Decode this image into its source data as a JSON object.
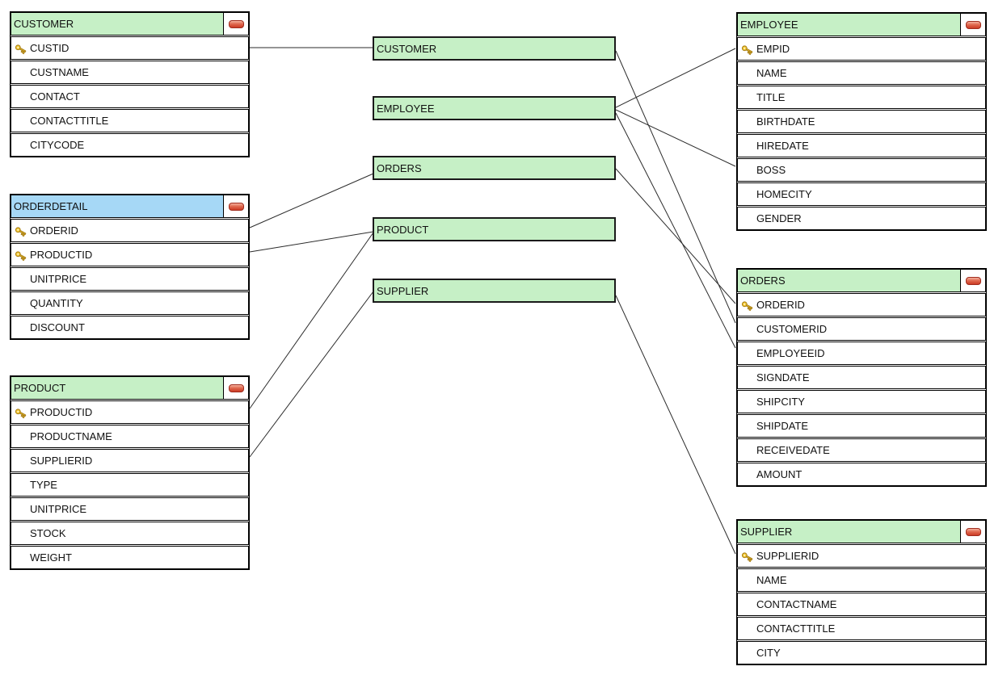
{
  "colors": {
    "entity_header_green": "#c6f0c6",
    "entity_header_blue": "#a6d8f6",
    "row_background": "#ffffff",
    "border_black": "#000000",
    "connector_line": "#2b2b2b",
    "collapse_pill_red": "#cc3a24",
    "primary_key_gold": "#f2c832"
  },
  "tables": [
    {
      "title": "CUSTOMER",
      "fields": [
        {
          "name": "CUSTID",
          "pk": true
        },
        {
          "name": "CUSTNAME",
          "pk": false
        },
        {
          "name": "CONTACT",
          "pk": false
        },
        {
          "name": "CONTACTTITLE",
          "pk": false
        },
        {
          "name": "CITYCODE",
          "pk": false
        }
      ]
    },
    {
      "title": "ORDERDETAIL",
      "fields": [
        {
          "name": "ORDERID",
          "pk": true
        },
        {
          "name": "PRODUCTID",
          "pk": true
        },
        {
          "name": "UNITPRICE",
          "pk": false
        },
        {
          "name": "QUANTITY",
          "pk": false
        },
        {
          "name": "DISCOUNT",
          "pk": false
        }
      ]
    },
    {
      "title": "PRODUCT",
      "fields": [
        {
          "name": "PRODUCTID",
          "pk": true
        },
        {
          "name": "PRODUCTNAME",
          "pk": false
        },
        {
          "name": "SUPPLIERID",
          "pk": false
        },
        {
          "name": "TYPE",
          "pk": false
        },
        {
          "name": "UNITPRICE",
          "pk": false
        },
        {
          "name": "STOCK",
          "pk": false
        },
        {
          "name": "WEIGHT",
          "pk": false
        }
      ]
    },
    {
      "title": "EMPLOYEE",
      "fields": [
        {
          "name": "EMPID",
          "pk": true
        },
        {
          "name": "NAME",
          "pk": false
        },
        {
          "name": "TITLE",
          "pk": false
        },
        {
          "name": "BIRTHDATE",
          "pk": false
        },
        {
          "name": "HIREDATE",
          "pk": false
        },
        {
          "name": "BOSS",
          "pk": false
        },
        {
          "name": "HOMECITY",
          "pk": false
        },
        {
          "name": "GENDER",
          "pk": false
        }
      ]
    },
    {
      "title": "ORDERS",
      "fields": [
        {
          "name": "ORDERID",
          "pk": true
        },
        {
          "name": "CUSTOMERID",
          "pk": false
        },
        {
          "name": "EMPLOYEEID",
          "pk": false
        },
        {
          "name": "SIGNDATE",
          "pk": false
        },
        {
          "name": "SHIPCITY",
          "pk": false
        },
        {
          "name": "SHIPDATE",
          "pk": false
        },
        {
          "name": "RECEIVEDATE",
          "pk": false
        },
        {
          "name": "AMOUNT",
          "pk": false
        }
      ]
    },
    {
      "title": "SUPPLIER",
      "fields": [
        {
          "name": "SUPPLIERID",
          "pk": true
        },
        {
          "name": "NAME",
          "pk": false
        },
        {
          "name": "CONTACTNAME",
          "pk": false
        },
        {
          "name": "CONTACTTITLE",
          "pk": false
        },
        {
          "name": "CITY",
          "pk": false
        }
      ]
    }
  ],
  "entity_bars": [
    {
      "label": "CUSTOMER"
    },
    {
      "label": "EMPLOYEE"
    },
    {
      "label": "ORDERS"
    },
    {
      "label": "PRODUCT"
    },
    {
      "label": "SUPPLIER"
    }
  ],
  "relationships": [
    {
      "from": "CUSTOMER.CUSTID",
      "to": "ref:CUSTOMER"
    },
    {
      "from": "ORDERDETAIL.ORDERID",
      "to": "ref:ORDERS"
    },
    {
      "from": "ORDERDETAIL.PRODUCTID",
      "to": "ref:PRODUCT"
    },
    {
      "from": "PRODUCT.PRODUCTID",
      "to": "ref:PRODUCT"
    },
    {
      "from": "PRODUCT.SUPPLIERID",
      "to": "ref:SUPPLIER"
    },
    {
      "from": "ref:CUSTOMER",
      "to": "ORDERS.CUSTOMERID"
    },
    {
      "from": "ref:EMPLOYEE",
      "to": "EMPLOYEE.EMPID"
    },
    {
      "from": "ref:EMPLOYEE",
      "to": "EMPLOYEE.BOSS"
    },
    {
      "from": "ref:EMPLOYEE",
      "to": "ORDERS.EMPLOYEEID"
    },
    {
      "from": "ref:ORDERS",
      "to": "ORDERS.ORDERID"
    },
    {
      "from": "ref:SUPPLIER",
      "to": "SUPPLIER.SUPPLIERID"
    }
  ]
}
